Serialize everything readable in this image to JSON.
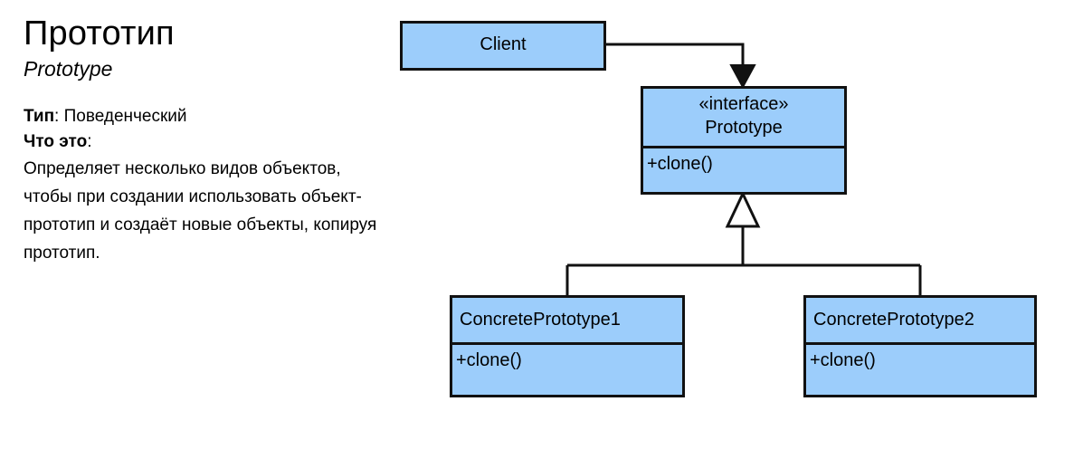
{
  "page": {
    "title_ru": "Прототип",
    "title_en": "Prototype",
    "type_label": "Тип",
    "type_value": ": Поведенческий",
    "what_label": "Что это",
    "what_colon": ":",
    "description": "Определяет несколько видов объектов, чтобы при создании использовать объект-прототип и создаёт новые объекты, копируя прототип."
  },
  "colors": {
    "box_fill": "#9ccdfb",
    "box_stroke": "#111111",
    "text": "#000000",
    "background": "#ffffff"
  },
  "diagram": {
    "type": "uml-class-diagram",
    "boxes": [
      {
        "id": "client",
        "name": "Client",
        "stereotype": "",
        "operations": [],
        "has_divider": false,
        "title_align": "center"
      },
      {
        "id": "prototype",
        "stereotype": "«interface»",
        "name": "Prototype",
        "operations": [
          "+clone()"
        ],
        "has_divider": true,
        "title_align": "center"
      },
      {
        "id": "concrete1",
        "stereotype": "",
        "name": "ConcretePrototype1",
        "operations": [
          "+clone()"
        ],
        "has_divider": true,
        "title_align": "left"
      },
      {
        "id": "concrete2",
        "stereotype": "",
        "name": "ConcretePrototype2",
        "operations": [
          "+clone()"
        ],
        "has_divider": true,
        "title_align": "left"
      }
    ],
    "relations": [
      {
        "from": "client",
        "to": "prototype",
        "kind": "association-directed"
      },
      {
        "from": "concrete1",
        "to": "prototype",
        "kind": "generalization"
      },
      {
        "from": "concrete2",
        "to": "prototype",
        "kind": "generalization"
      }
    ]
  }
}
